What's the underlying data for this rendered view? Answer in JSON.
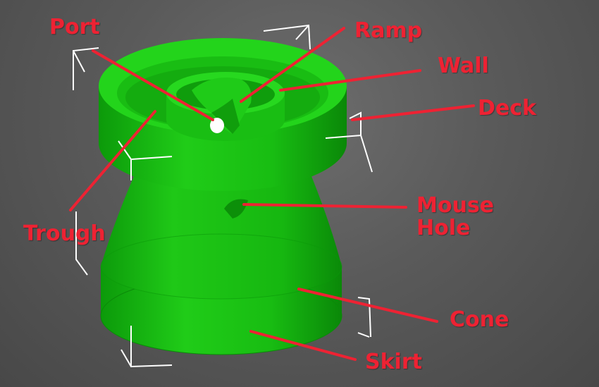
{
  "colors": {
    "label": "#ee2233",
    "leader": "#ee2233",
    "model_light": "#22d31a",
    "model_mid": "#14b50f",
    "model_dark": "#0a8a08",
    "frame": "#ffffff"
  },
  "labels": {
    "port": "Port",
    "ramp": "Ramp",
    "wall": "Wall",
    "deck": "Deck",
    "trough": "Trough",
    "mouse_hole_line1": "Mouse",
    "mouse_hole_line2": "Hole",
    "cone": "Cone",
    "skirt": "Skirt"
  }
}
